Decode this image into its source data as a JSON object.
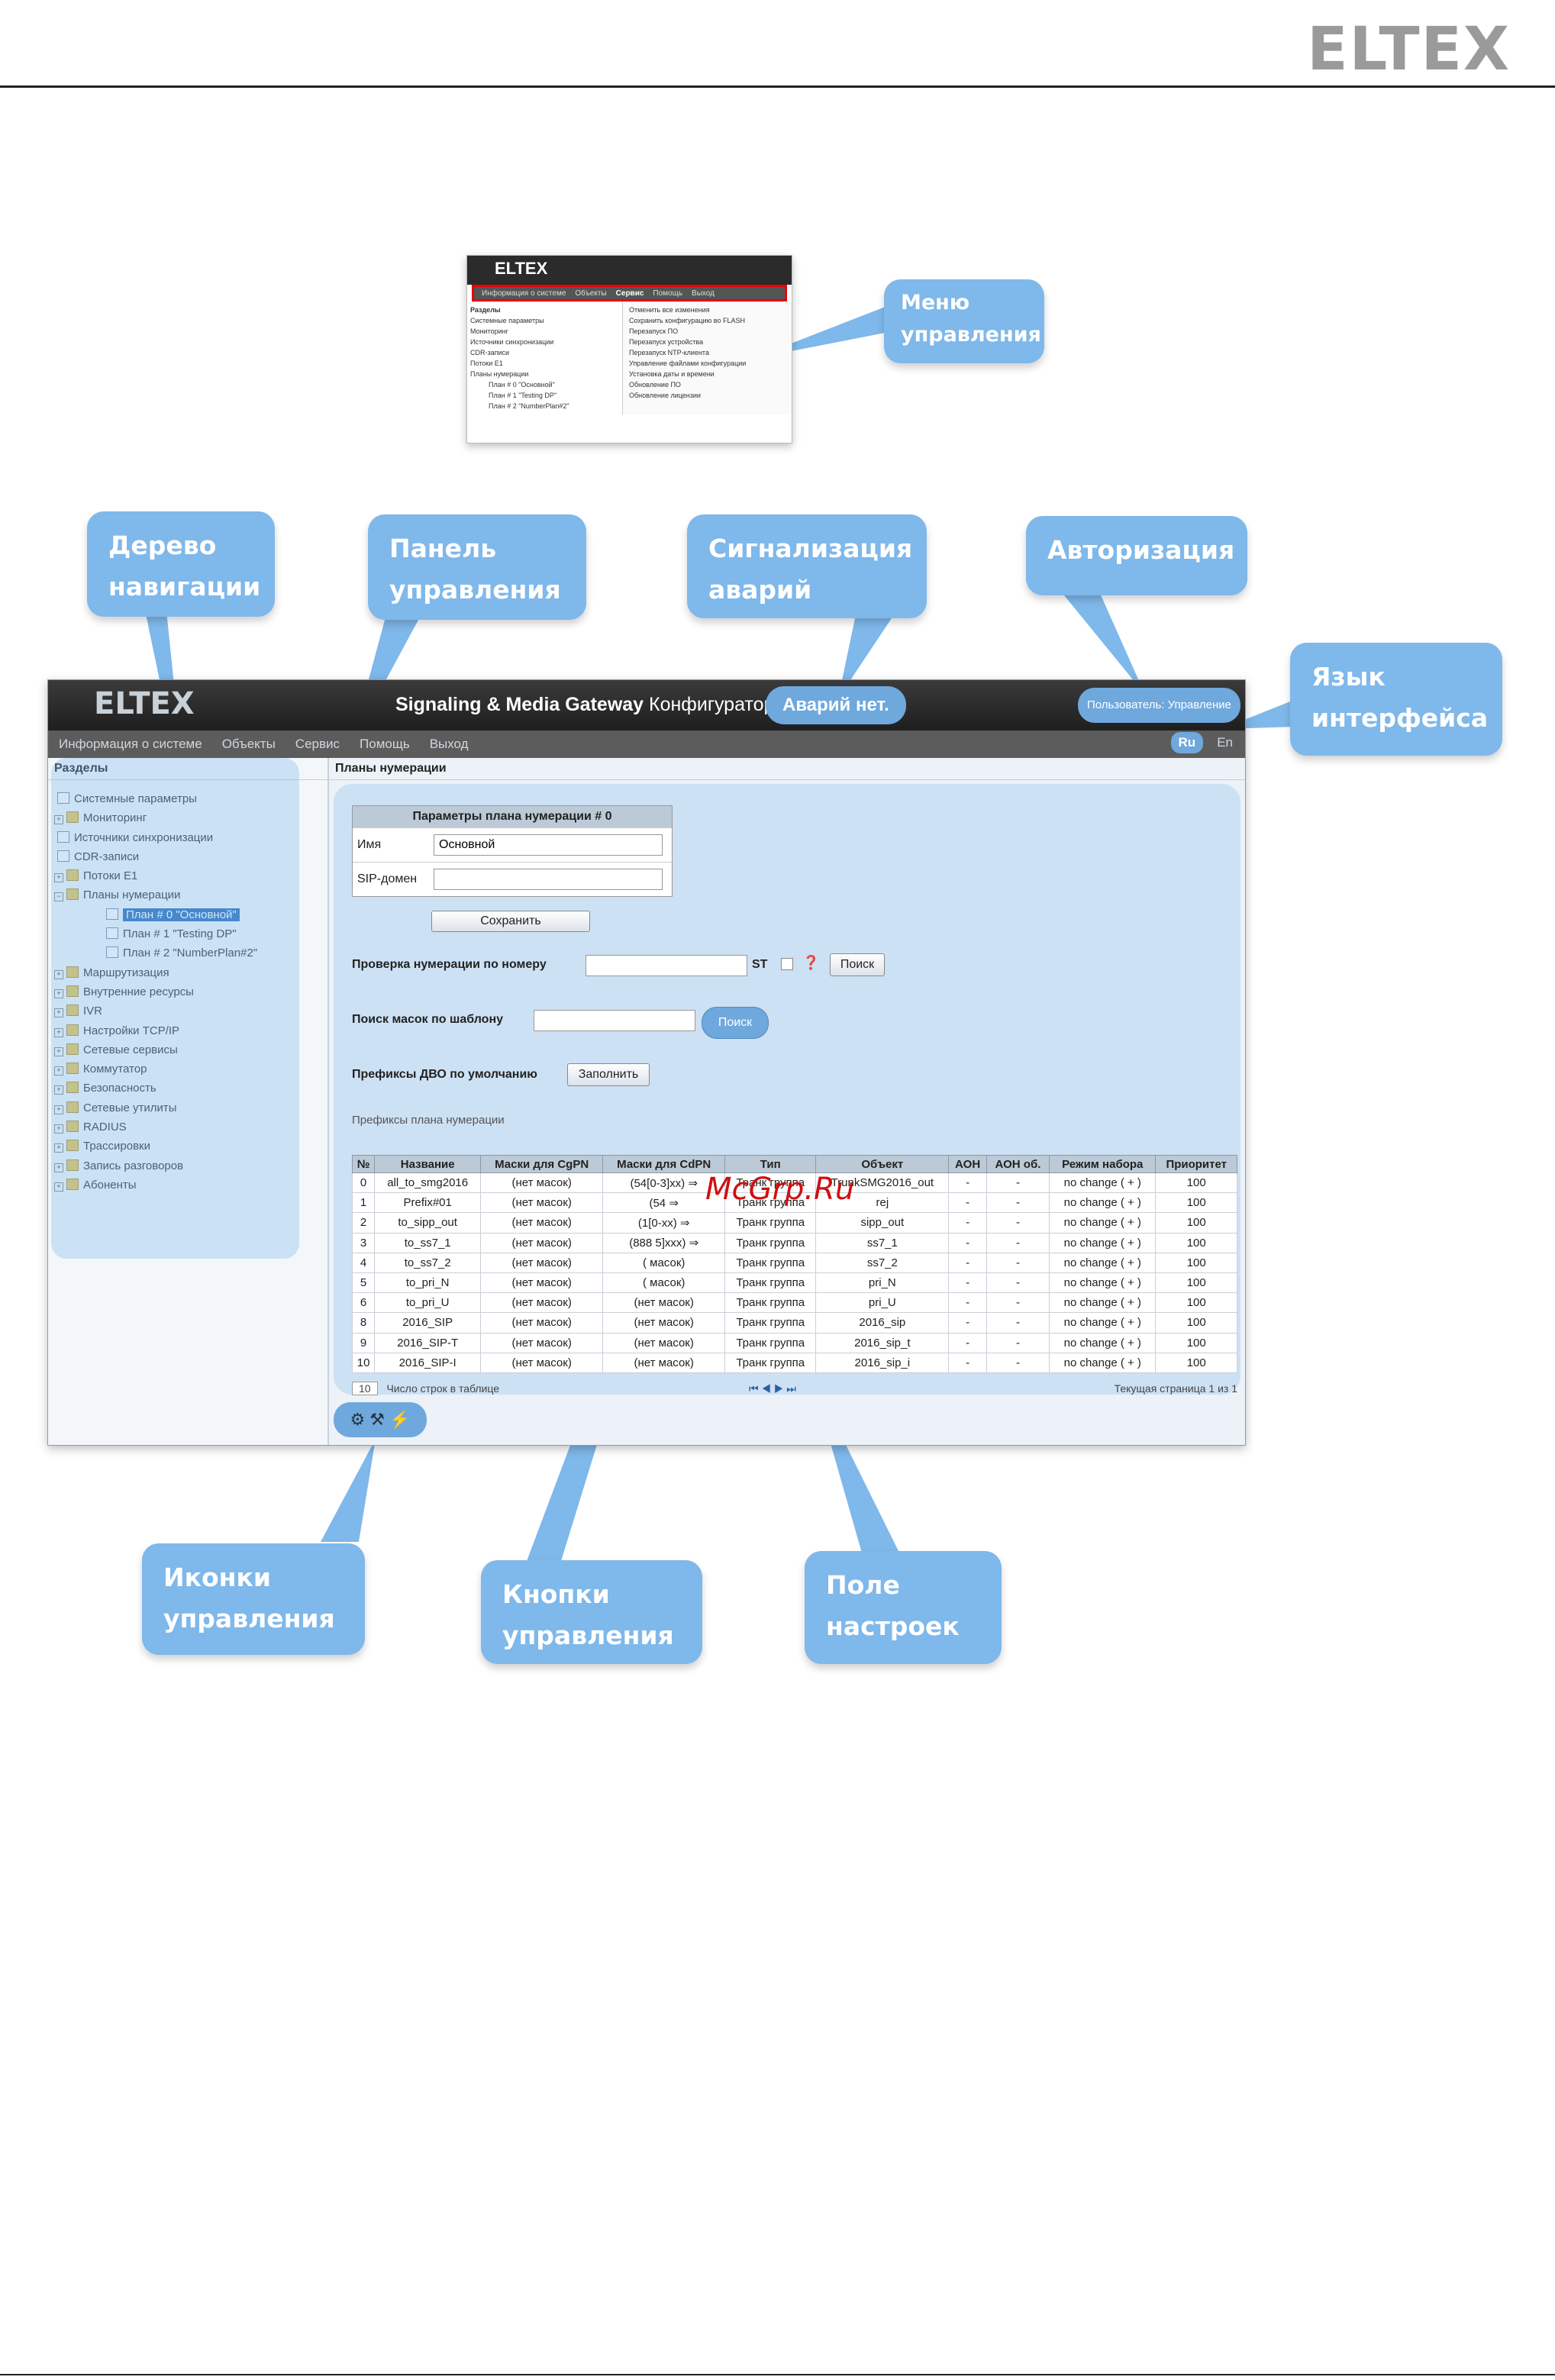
{
  "logo": "ELTEX",
  "inset": {
    "brand": "ELTEX",
    "menu": [
      "Информация о системе",
      "Объекты",
      "Сервис",
      "Помощь",
      "Выход"
    ],
    "tree_header": "Разделы",
    "tree": [
      "Системные параметры",
      "Мониторинг",
      "Источники синхронизации",
      "CDR-записи",
      "Потоки E1",
      "Планы нумерации",
      "План # 0 \"Основной\"",
      "План # 1 \"Testing DP\"",
      "План # 2 \"NumberPlan#2\""
    ],
    "dropdown": [
      "Отменить все изменения",
      "Сохранить конфигурацию во FLASH",
      "Перезапуск ПО",
      "Перезапуск устройства",
      "Перезапуск NTP-клиента",
      "Управление файлами конфигурации",
      "Установка даты и времени",
      "Обновление ПО",
      "Обновление лицензии"
    ]
  },
  "callouts": {
    "menu": [
      "Меню",
      "управления"
    ],
    "tree": [
      "Дерево",
      "навигации"
    ],
    "panel": [
      "Панель",
      "управления"
    ],
    "alarm": [
      "Сигнализация",
      "аварий"
    ],
    "auth": [
      "Авторизация"
    ],
    "lang": [
      "Язык",
      "интерфейса"
    ],
    "icons": [
      "Иконки",
      "управления"
    ],
    "buttons": [
      "Кнопки",
      "управления"
    ],
    "settings": [
      "Поле",
      "настроек"
    ]
  },
  "app": {
    "brand": "ELTEX",
    "title_bold": "Signaling & Media Gateway",
    "title_light": "Конфигуратор",
    "alarm": "Аварий нет.",
    "user": "Пользователь: Управление",
    "menu": [
      "Информация о системе",
      "Объекты",
      "Сервис",
      "Помощь",
      "Выход"
    ],
    "lang": [
      "Ru",
      "En"
    ],
    "side_header": "Разделы",
    "tree": [
      {
        "label": "Системные параметры",
        "type": "doc"
      },
      {
        "label": "Мониторинг",
        "type": "folder"
      },
      {
        "label": "Источники синхронизации",
        "type": "doc"
      },
      {
        "label": "CDR-записи",
        "type": "doc"
      },
      {
        "label": "Потоки E1",
        "type": "folder"
      },
      {
        "label": "Планы нумерации",
        "type": "folder-open"
      },
      {
        "label": "План # 0 \"Основной\"",
        "type": "sub-selected"
      },
      {
        "label": "План # 1 \"Testing DP\"",
        "type": "sub"
      },
      {
        "label": "План # 2 \"NumberPlan#2\"",
        "type": "sub"
      },
      {
        "label": "Маршрутизация",
        "type": "folder"
      },
      {
        "label": "Внутренние ресурсы",
        "type": "folder"
      },
      {
        "label": "IVR",
        "type": "folder"
      },
      {
        "label": "Настройки TCP/IP",
        "type": "folder"
      },
      {
        "label": "Сетевые сервисы",
        "type": "folder"
      },
      {
        "label": "Коммутатор",
        "type": "folder"
      },
      {
        "label": "Безопасность",
        "type": "folder"
      },
      {
        "label": "Сетевые утилиты",
        "type": "folder"
      },
      {
        "label": "RADIUS",
        "type": "folder"
      },
      {
        "label": "Трассировки",
        "type": "folder"
      },
      {
        "label": "Запись разговоров",
        "type": "folder"
      },
      {
        "label": "Абоненты",
        "type": "folder"
      }
    ],
    "main_header": "Планы нумерации",
    "params_title": "Параметры плана нумерации # 0",
    "name_label": "Имя",
    "name_value": "Основной",
    "sip_label": "SIP-домен",
    "sip_value": "",
    "save_button": "Сохранить",
    "check_label": "Проверка нумерации по номеру",
    "st_label": "ST",
    "search_button": "Поиск",
    "mask_label": "Поиск масок по шаблону",
    "mask_search_button": "Поиск",
    "dvo_label": "Префиксы ДВО по умолчанию",
    "fill_button": "Заполнить",
    "prefix_title": "Префиксы плана нумерации",
    "columns": [
      "№",
      "Название",
      "Маски для CgPN",
      "Маски для CdPN",
      "Тип",
      "Объект",
      "АОН",
      "АОН об.",
      "Режим набора",
      "Приоритет"
    ],
    "rows": [
      [
        "0",
        "all_to_smg2016",
        "(нет масок)",
        "(54[0-3]xx) ⇒",
        "Транк группа",
        "TrunkSMG2016_out",
        "-",
        "-",
        "no change ( + )",
        "100"
      ],
      [
        "1",
        "Prefix#01",
        "(нет масок)",
        "(54 ⇒",
        "Транк группа",
        "rej",
        "-",
        "-",
        "no change ( + )",
        "100"
      ],
      [
        "2",
        "to_sipp_out",
        "(нет масок)",
        "(1[0-xx) ⇒",
        "Транк группа",
        "sipp_out",
        "-",
        "-",
        "no change ( + )",
        "100"
      ],
      [
        "3",
        "to_ss7_1",
        "(нет масок)",
        "(888 5]xxx) ⇒",
        "Транк группа",
        "ss7_1",
        "-",
        "-",
        "no change ( + )",
        "100"
      ],
      [
        "4",
        "to_ss7_2",
        "(нет масок)",
        "( масок)",
        "Транк группа",
        "ss7_2",
        "-",
        "-",
        "no change ( + )",
        "100"
      ],
      [
        "5",
        "to_pri_N",
        "(нет масок)",
        "(  масок)",
        "Транк группа",
        "pri_N",
        "-",
        "-",
        "no change ( + )",
        "100"
      ],
      [
        "6",
        "to_pri_U",
        "(нет масок)",
        "(нет масок)",
        "Транк группа",
        "pri_U",
        "-",
        "-",
        "no change ( + )",
        "100"
      ],
      [
        "8",
        "2016_SIP",
        "(нет масок)",
        "(нет масок)",
        "Транк группа",
        "2016_sip",
        "-",
        "-",
        "no change ( + )",
        "100"
      ],
      [
        "9",
        "2016_SIP-T",
        "(нет масок)",
        "(нет масок)",
        "Транк группа",
        "2016_sip_t",
        "-",
        "-",
        "no change ( + )",
        "100"
      ],
      [
        "10",
        "2016_SIP-I",
        "(нет масок)",
        "(нет масок)",
        "Транк группа",
        "2016_sip_i",
        "-",
        "-",
        "no change ( + )",
        "100"
      ]
    ],
    "rows_per_page": "10",
    "rows_per_page_label": "Число строк в таблице",
    "page_info": "Текущая страница 1 из 1",
    "pager_glyphs": "⏮ ◀ ▶ ⏭"
  },
  "watermark": "McGrp.Ru"
}
